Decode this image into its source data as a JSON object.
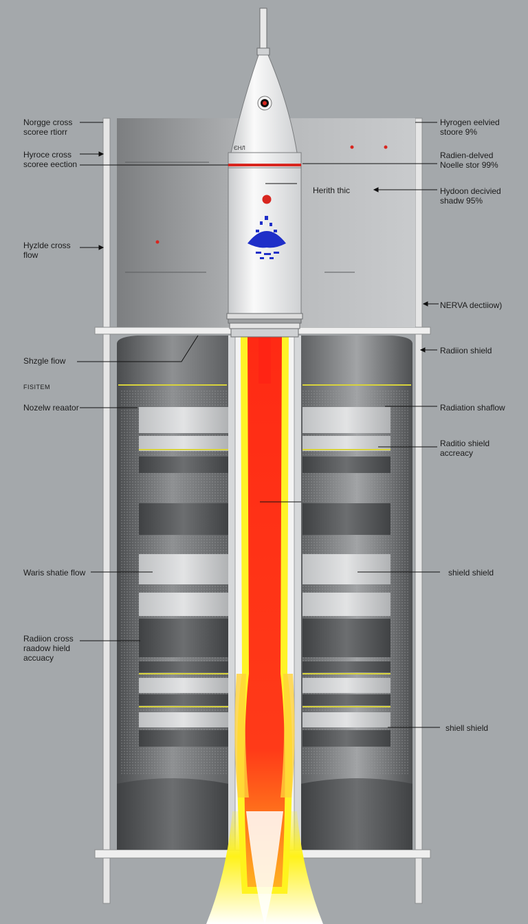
{
  "labels": {
    "left": [
      "Norgge cross\nscoree rtiorr",
      "Hyroce cross\nscoree eection",
      "Hyzlde cross\nflow",
      "Shzgle fiow",
      "FISITEM",
      "Nozelw reaator",
      "Waris shatie flow",
      "Radiion cross\nraadow hield\naccuacy"
    ],
    "center": "Herith thic",
    "right": [
      "Hyrogen eelvied\nstoore 9%",
      "Radien-delved\nNoelle stor 99%",
      "Hydoon decivied\nshadw 95%",
      "NERVA dectiiow)",
      "Radiion shield",
      "Radiation shaflow",
      "Raditio shield\naccreacy",
      "shield shield",
      "shiell shield"
    ]
  },
  "rocket": {
    "mark": "ЄHЛ"
  },
  "colors": {
    "background": "#a4a8ab",
    "frame": "#e8e8e8",
    "housing": "#6a6c6e",
    "rocket_body": "#eeeeee",
    "stripe": "#d8261f",
    "logo": "#1f2fc8",
    "exhaust_red": "#ff2414",
    "exhaust_yellow": "#fff21a",
    "guide": "#d7d23c"
  },
  "icons": [
    "arrow-icon",
    "rocket-icon",
    "logo-icon",
    "flame-icon"
  ]
}
